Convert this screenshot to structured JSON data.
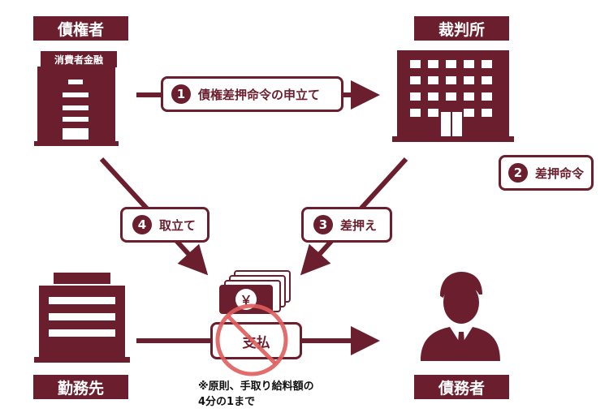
{
  "colors": {
    "primary": "#6b1f2e",
    "prohibited": "#e05c5c",
    "white": "#ffffff"
  },
  "labels": {
    "creditor": "債権者",
    "court": "裁判所",
    "employer": "勤務先",
    "debtor": "債務者",
    "creditor_building_sign": "消費者金融",
    "payment": "支払"
  },
  "steps": [
    {
      "number": "1",
      "label": "債権差押命令の申立て"
    },
    {
      "number": "2",
      "label": "差押命令"
    },
    {
      "number": "3",
      "label": "差押え"
    },
    {
      "number": "4",
      "label": "取立て"
    }
  ],
  "note": {
    "line1": "※原則、手取り給料額の",
    "line2": "4分の1まで"
  },
  "icons": {
    "creditor": "office-building-icon",
    "court": "court-building-icon",
    "employer": "workplace-building-icon",
    "debtor": "businessman-icon",
    "money": "yen-banknotes-icon",
    "prohibited": "prohibited-icon"
  },
  "money_symbol": "￥"
}
